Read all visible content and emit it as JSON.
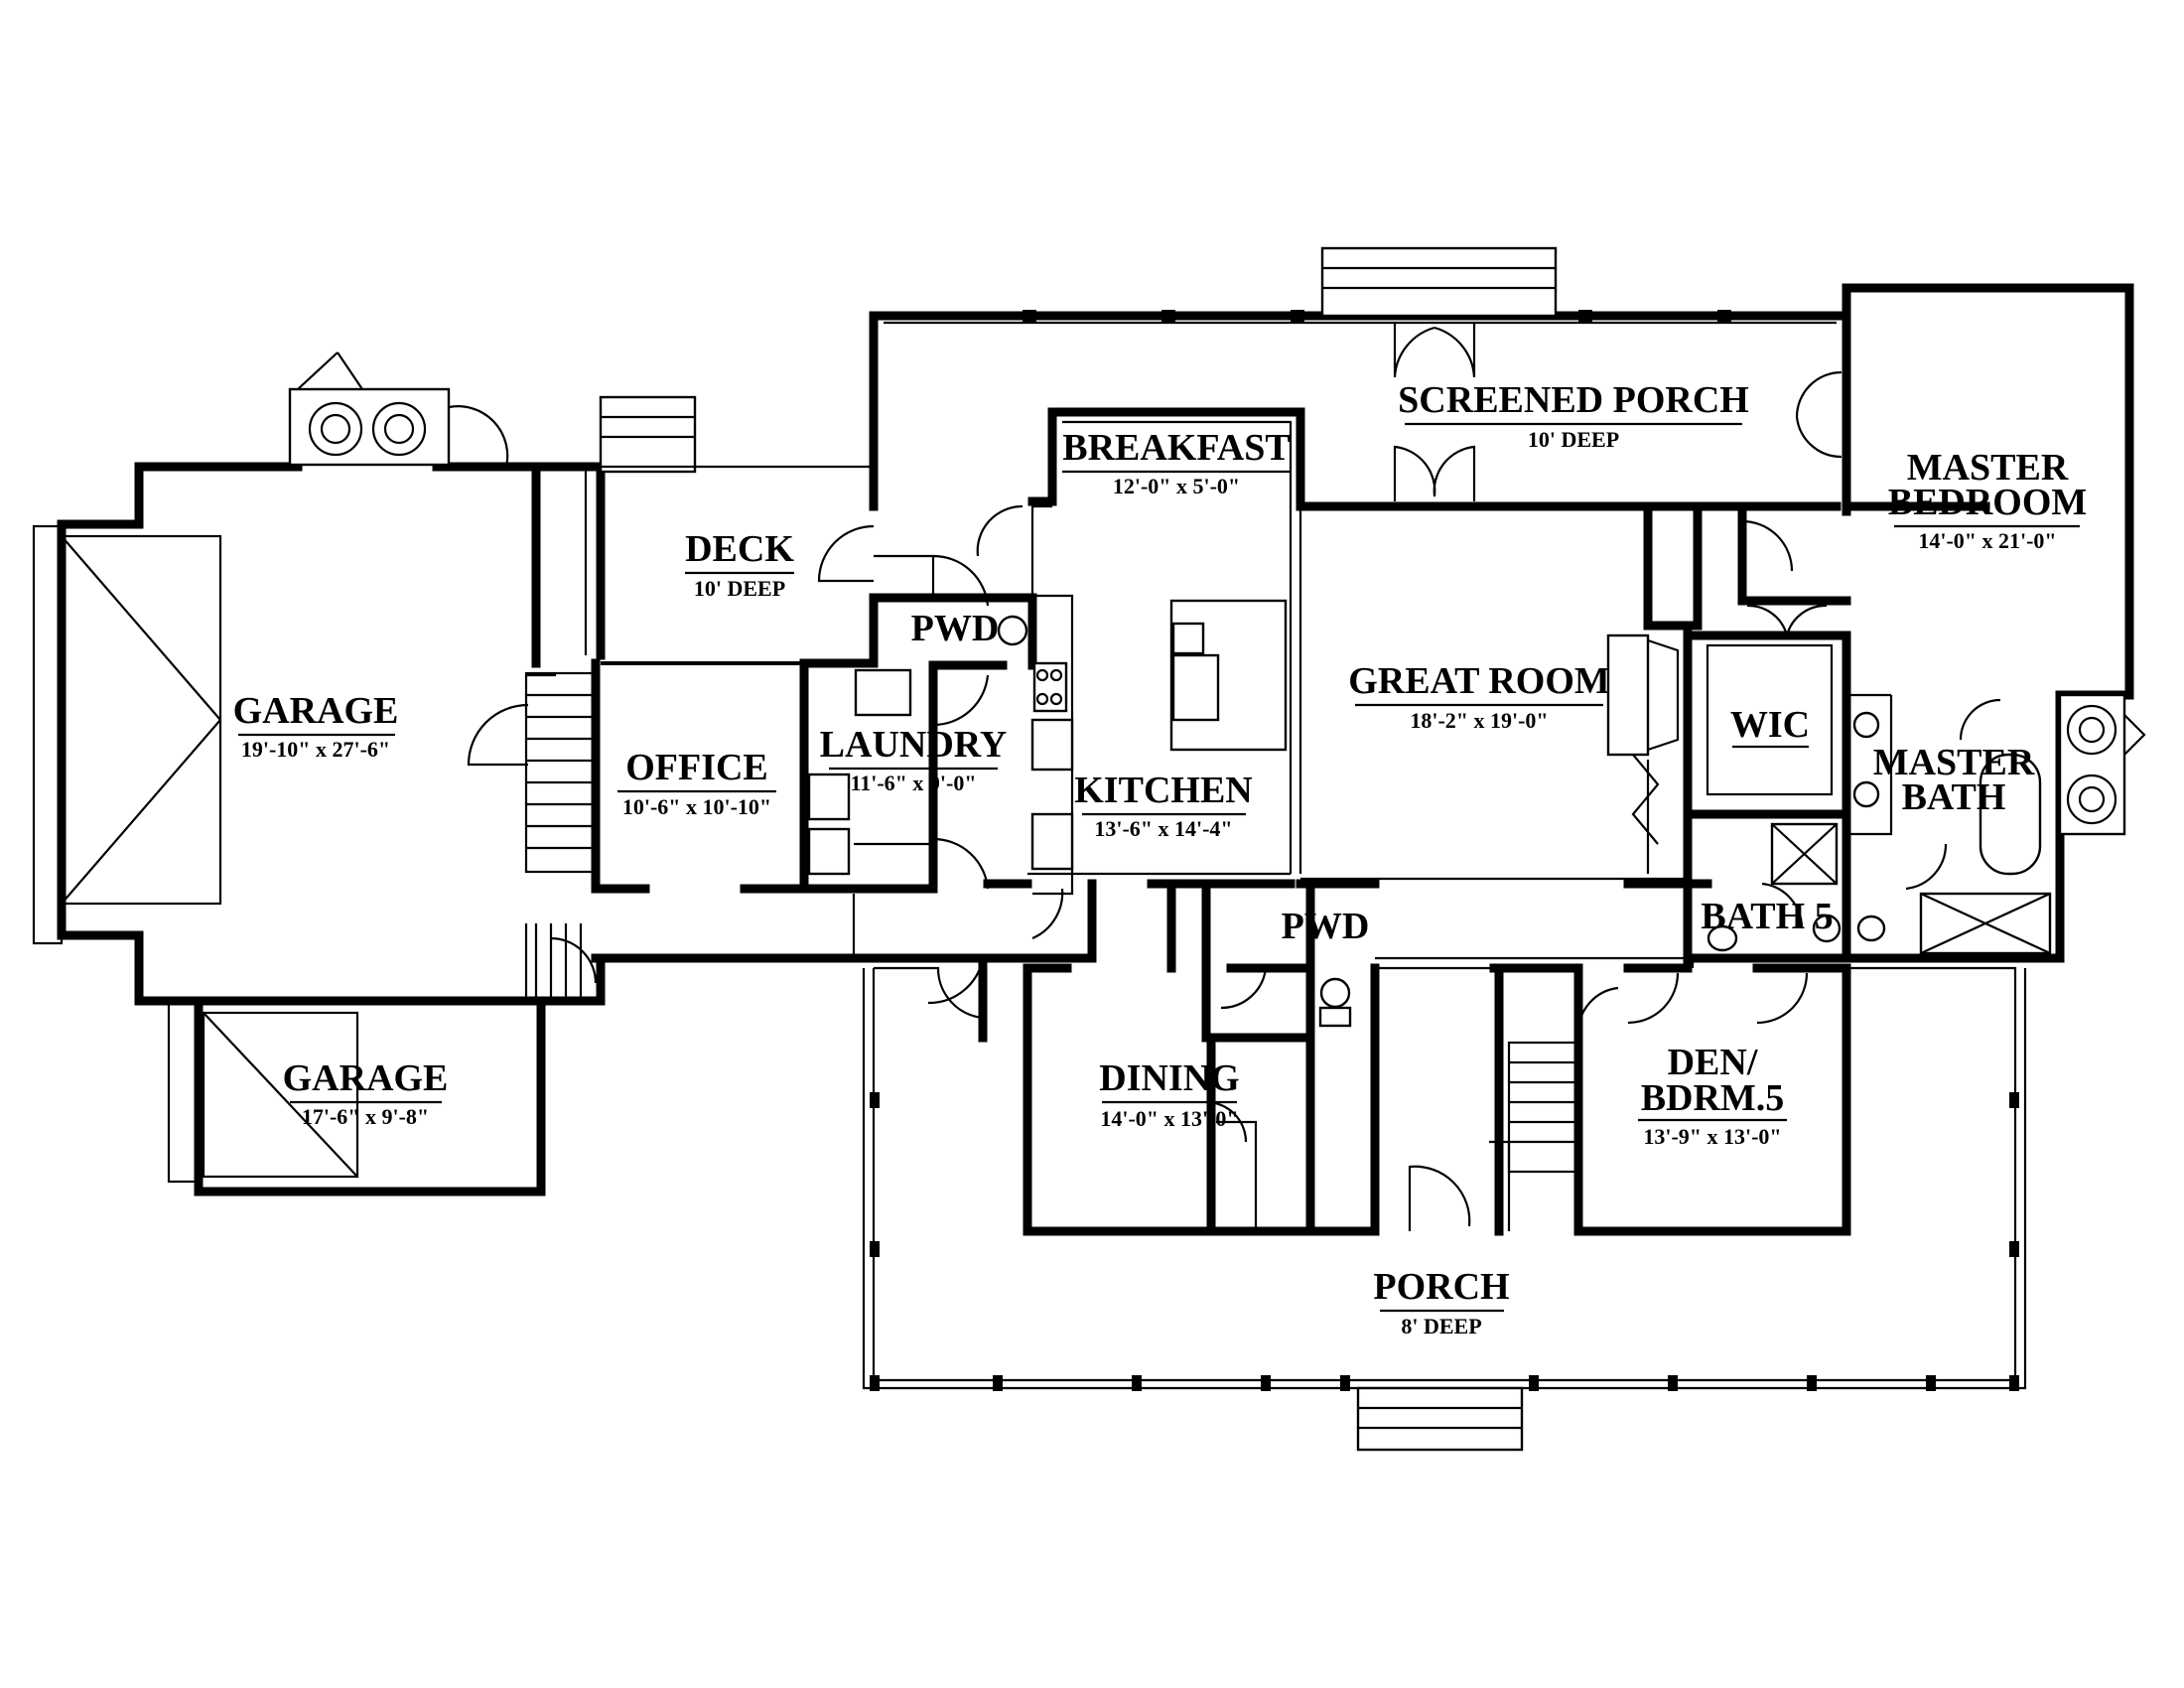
{
  "rooms": {
    "garage": {
      "name": "GARAGE",
      "dims": "19'-10\" x 27'-6\""
    },
    "garage2": {
      "name": "GARAGE",
      "dims": "17'-6\" x 9'-8\""
    },
    "deck": {
      "name": "DECK",
      "dims": "10' DEEP"
    },
    "office": {
      "name": "OFFICE",
      "dims": "10'-6\" x 10'-10\""
    },
    "laundry": {
      "name": "LAUNDRY",
      "dims": "11'-6\" x 9'-0\""
    },
    "pwd1": {
      "name": "PWD"
    },
    "breakfast": {
      "name": "BREAKFAST",
      "dims": "12'-0\" x 5'-0\""
    },
    "kitchen": {
      "name": "KITCHEN",
      "dims": "13'-6\" x 14'-4\""
    },
    "screened_porch": {
      "name": "SCREENED PORCH",
      "dims": "10' DEEP"
    },
    "great_room": {
      "name": "GREAT ROOM",
      "dims": "18'-2\" x 19'-0\""
    },
    "wic": {
      "name": "WIC"
    },
    "master_bedroom": {
      "name_line1": "MASTER",
      "name_line2": "BEDROOM",
      "dims": "14'-0\" x 21'-0\""
    },
    "master_bath": {
      "name_line1": "MASTER",
      "name_line2": "BATH"
    },
    "bath5": {
      "name": "BATH 5"
    },
    "pwd2": {
      "name": "PWD"
    },
    "dining": {
      "name": "DINING",
      "dims": "14'-0\" x 13'-0\""
    },
    "den": {
      "name_line1": "DEN/",
      "name_line2": "BDRM.5",
      "dims": "13'-9\" x 13'-0\""
    },
    "porch": {
      "name": "PORCH",
      "dims": "8' DEEP"
    }
  }
}
